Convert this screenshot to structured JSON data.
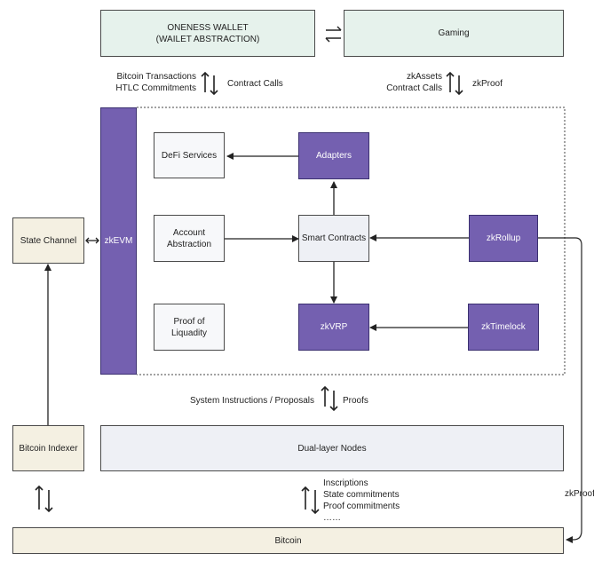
{
  "boxes": {
    "oneness_wallet": [
      "ONENESS WALLET",
      "(WAILET ABSTRACTION)"
    ],
    "gaming": "Gaming",
    "zkevm": "zkEVM",
    "defi": "DeFi Services",
    "adapters": "Adapters",
    "account_abstraction": [
      "Account",
      "Abstraction"
    ],
    "smart_contracts": "Smart Contracts",
    "zkrollup": "zkRollup",
    "proof_liquidity": [
      "Proof of",
      "Liquadity"
    ],
    "zkvrp": "zkVRP",
    "zktimelock": "zkTimelock",
    "state_channel": "State Channel",
    "bitcoin_indexer": "Bitcoin Indexer",
    "dual_layer": "Dual-layer Nodes",
    "bitcoin": "Bitcoin"
  },
  "labels": {
    "wallet_left": [
      "Bitcoin Transactions",
      "HTLC Commitments"
    ],
    "wallet_right": "Contract Calls",
    "gaming_left": [
      "zkAssets",
      "Contract Calls"
    ],
    "gaming_right": "zkProof",
    "sys_left": "System Instructions / Proposals",
    "sys_right": "Proofs",
    "bitcoin_up": [
      "Inscriptions",
      "State commitments",
      "Proof commitments",
      "……"
    ],
    "zkproof_side": "zkProof"
  },
  "colors": {
    "purple": "#7460b0",
    "green": "#e6f2ec",
    "cream": "#f4f0e2",
    "grey": "#eef0f5"
  }
}
